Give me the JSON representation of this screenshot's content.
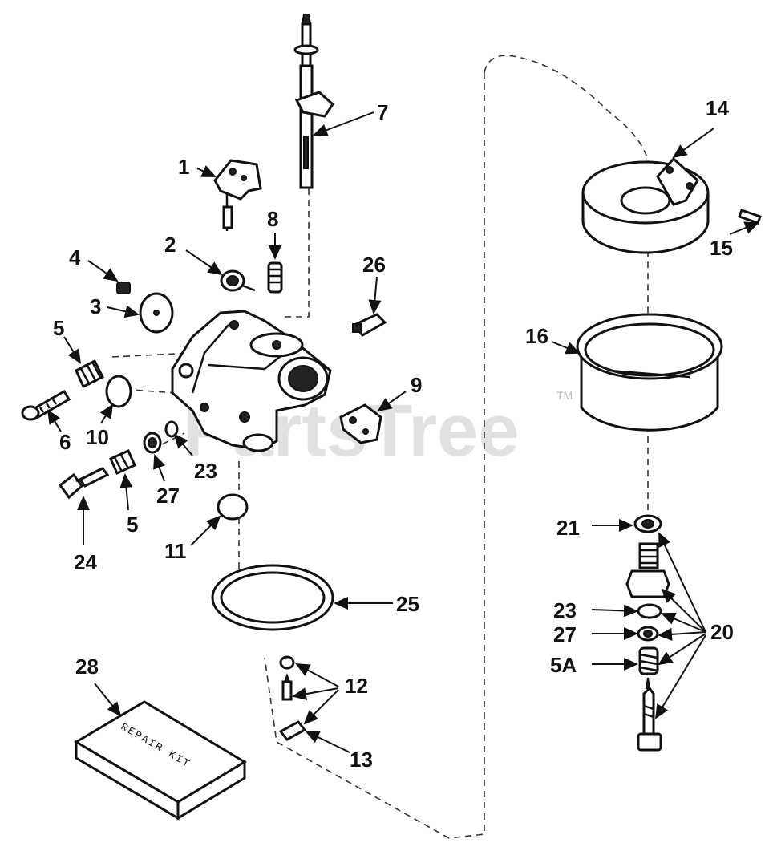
{
  "watermark": {
    "text": "PartsTree",
    "tm": "TM"
  },
  "repair_kit_text": "REPAIR KIT",
  "labels": [
    "1",
    "2",
    "3",
    "4",
    "5",
    "6",
    "7",
    "8",
    "9",
    "10",
    "11",
    "12",
    "13",
    "14",
    "15",
    "16",
    "20",
    "21",
    "23",
    "24",
    "25",
    "26",
    "27",
    "28",
    "5",
    "23",
    "27",
    "5A"
  ]
}
